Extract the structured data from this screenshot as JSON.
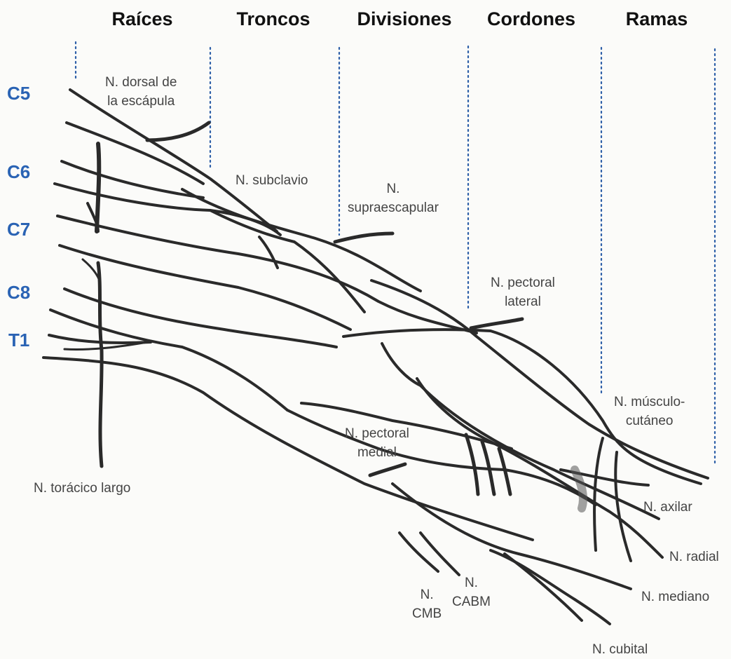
{
  "headers": {
    "raices": "Raíces",
    "troncos": "Troncos",
    "divisiones": "Divisiones",
    "cordones": "Cordones",
    "ramas": "Ramas"
  },
  "roots": {
    "c5": "C5",
    "c6": "C6",
    "c7": "C7",
    "c8": "C8",
    "t1": "T1"
  },
  "labels": {
    "dorsal_escapula": "N. dorsal de\nla escápula",
    "subclavio": "N. subclavio",
    "supraescapular": "N.\nsupraescapular",
    "pectoral_lateral": "N. pectoral\nlateral",
    "musculocutaneo": "N. músculo-\ncutáneo",
    "pectoral_medial": "N. pectoral\nmedial",
    "toracico_largo": "N. torácico largo",
    "axilar": "N. axilar",
    "radial": "N. radial",
    "mediano": "N. mediano",
    "cubital": "N. cubital",
    "cmb": "N.\nCMB",
    "cabm": "N.\nCABM"
  },
  "colors": {
    "root_label": "#2a63b4",
    "guide_line": "#2d5fa8",
    "nerve": "#2a2a2a",
    "header": "#111111",
    "label": "#444444"
  }
}
